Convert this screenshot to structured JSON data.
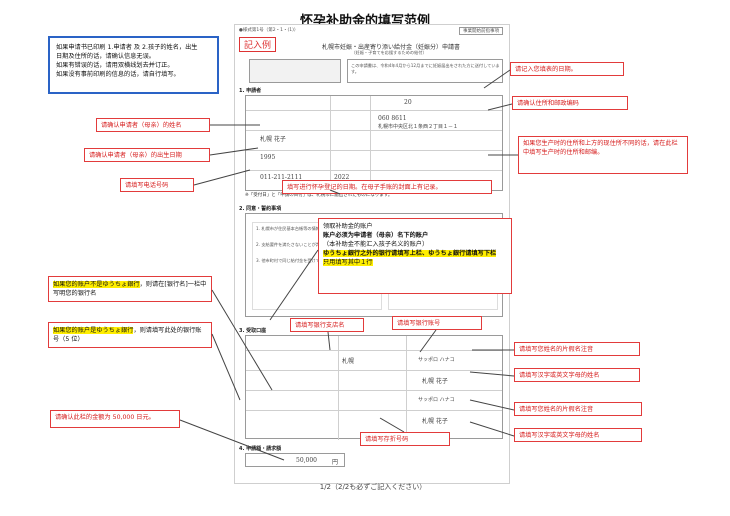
{
  "page": {
    "title": "怀孕补助金的填写范例"
  },
  "info_box": {
    "lines": [
      "如果申请书已印刷 1.申请者 及 2.孩子的姓名，出生",
      "日期及住所的话，请确认信息无误。",
      "如果有错误的话，请用双横线划去并订正。",
      "如果没有事前印刷的信息的话，请自行填写。"
    ]
  },
  "callouts": {
    "date": "请记入您填表的日期。",
    "address": "请确认住所和邮政编码",
    "name": "请确认申请者（母亲）的姓名",
    "birth": "请确认申请者（母亲）的出生日期",
    "phone": "请填写电话号码",
    "pregnancy": "填写进行怀孕登记的日期。在母子手账的封面上有记录。",
    "move": "如果您生产时的住所和上方的现住所不同的话，请在此栏中填写生产时的住所和邮编。",
    "branch_name": "请填写银行支店名",
    "account_no": "请填写银行账号",
    "kana_1": "请填写您姓名的片假名注音",
    "kanji_1": "请填写汉字或英文字母的姓名",
    "kana_2": "请填写您姓名的片假名注音",
    "kanji_2": "请填写汉字或英文字母的姓名",
    "passbook": "请填写存折号码",
    "amount": "请确认此栏的金额为 50,000 日元。"
  },
  "yellow_boxes": {
    "account_info": {
      "line1": "领取补助金的账户",
      "line2": "账户必须为申请者（母亲）名下的账户",
      "line3": "（本补助金不能汇入孩子名义的账户）",
      "line4": "ゆうちょ銀行之外的银行请填写上栏、ゆうちょ銀行请填写下栏",
      "line5": "只用填写其中１行"
    },
    "non_yucho": {
      "part1": "如果您的账户不是ゆうちょ銀行",
      "part2": "，则请在[银行名]一栏中写明您的银行名"
    },
    "yucho": {
      "part1": "如果您的账户是ゆうちょ銀行",
      "part2": "，则请填写此处的银行账号（5 位）"
    }
  },
  "form": {
    "top_left": "●様式第1号（第2・1・(1)）",
    "top_right": "事業開始前指事項",
    "badge": "記入例",
    "header": "札幌市妊娠・出産寄り添い給付金（妊娠分）申請書",
    "sub_header": "（妊娠・子育てを応援するための給付）",
    "section1": "1. 申請者",
    "section2": "2. 同意・誓約事項",
    "section3": "3. 受取口座",
    "section4": "4. 申請額・請求額",
    "name": "札幌  花子",
    "birth_year": "1995",
    "phone": "011-211-2111",
    "pregnancy_year": "2022",
    "postal": "060  8611",
    "address": "札幌市中央区北１条西２丁目１－１",
    "date_year": "20",
    "bank_name": "札幌",
    "kana_name": "サッポロ ハナコ",
    "kanji_name": "札幌  花子",
    "amount": "50,000",
    "amount_unit": "円",
    "footer": "1/2（2/2も必ずご記入ください）"
  }
}
